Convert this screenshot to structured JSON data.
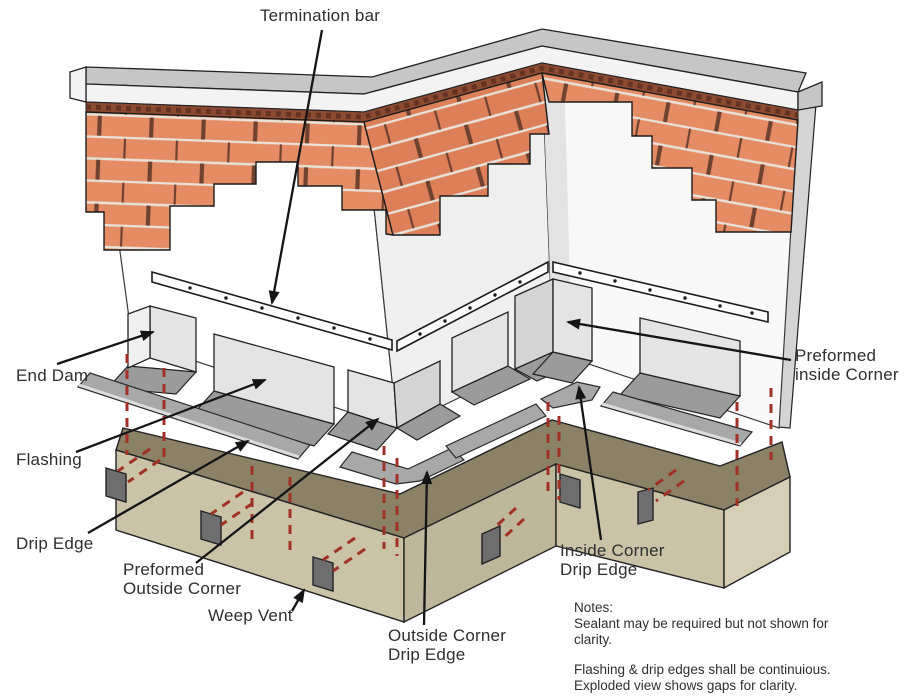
{
  "diagram": {
    "labels": {
      "termination_bar": "Termination bar",
      "end_dam": "End Dam",
      "flashing": "Flashing",
      "drip_edge": "Drip Edge",
      "preformed_outside_corner": {
        "line1": "Preformed",
        "line2": "Outside Corner"
      },
      "weep_vent": "Weep Vent",
      "outside_corner_drip_edge": {
        "line1": "Outside Corner",
        "line2": "Drip Edge"
      },
      "inside_corner_drip_edge": {
        "line1": "Inside Corner",
        "line2": "Drip Edge"
      },
      "preformed_inside_corner": {
        "line1": "Preformed",
        "line2": "inside Corner"
      }
    },
    "notes": {
      "heading": "Notes:",
      "para1_line1": "Sealant may be required but not shown for",
      "para1_line2": "clarity.",
      "para2_line1": "Flashing & drip edges shall be continuious.",
      "para2_line2": "Exploded view shows gaps for clarity."
    },
    "colors": {
      "brick": "#E68C64",
      "brick_shade": "#DD8059",
      "brick_core": "#8C4A33",
      "brick_joint": "#70412F",
      "mortar": "#E9E2DA",
      "wall": "#FFFFFF",
      "wall_shade": "#EFEFEF",
      "wall_light": "#F8F8F8",
      "coping_top": "#C6C6C6",
      "coping_front": "#F3F3F3",
      "flashing_panel": "#E4E4E4",
      "flashing_leg": "#9B9B9B",
      "drip_edge": "#A8A8A8",
      "foundation_top": "#8A8166",
      "foundation_front": "#CBC3A7",
      "foundation_return": "#BFB79B",
      "foundation_end": "#D6CEB5",
      "weep_vent": "#6E6E6E",
      "hidden_red": "#A03028",
      "leader": "#151515"
    }
  }
}
